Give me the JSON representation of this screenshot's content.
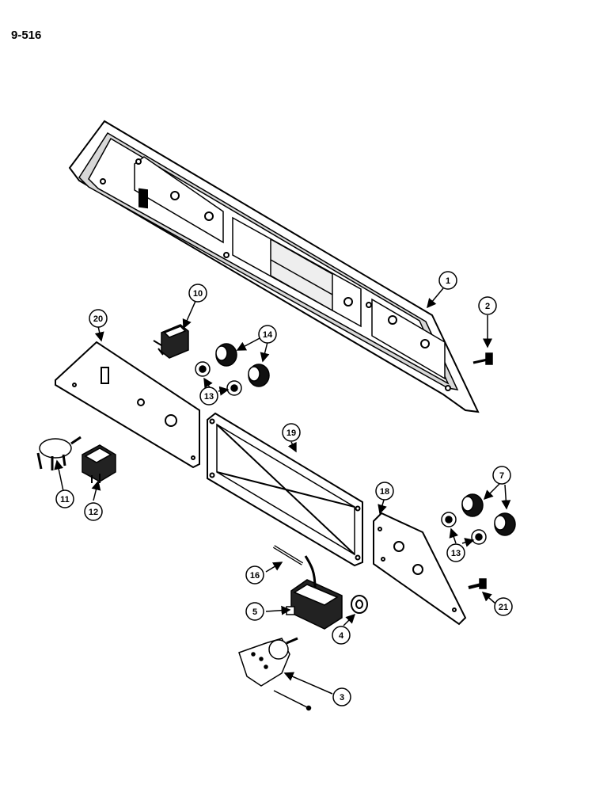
{
  "page_number": "9-516",
  "callouts": [
    {
      "part": "1",
      "label": "1"
    },
    {
      "part": "2",
      "label": "2"
    },
    {
      "part": "3",
      "label": "3"
    },
    {
      "part": "4",
      "label": "4"
    },
    {
      "part": "5",
      "label": "5"
    },
    {
      "part": "7",
      "label": "7"
    },
    {
      "part": "10",
      "label": "10"
    },
    {
      "part": "11",
      "label": "11"
    },
    {
      "part": "12",
      "label": "12"
    },
    {
      "part": "13a",
      "label": "13"
    },
    {
      "part": "13b",
      "label": "13"
    },
    {
      "part": "14",
      "label": "14"
    },
    {
      "part": "16",
      "label": "16"
    },
    {
      "part": "18",
      "label": "18"
    },
    {
      "part": "19",
      "label": "19"
    },
    {
      "part": "20",
      "label": "20"
    },
    {
      "part": "21",
      "label": "21"
    }
  ]
}
